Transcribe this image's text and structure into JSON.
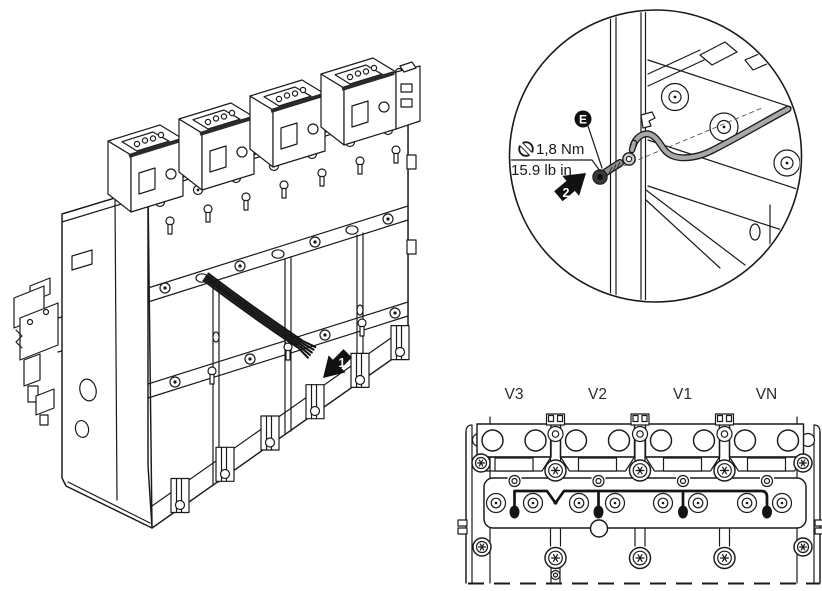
{
  "illustration": {
    "colors": {
      "line": "#1a1a1a",
      "background": "#ffffff",
      "wire_gray": "#a8a8a8",
      "cable_black": "#141414",
      "marker_background": "#111111",
      "marker_text": "#ffffff"
    }
  },
  "main_view": {
    "step_marker": "1",
    "step_arrow_icon": "arrow-down-left-icon"
  },
  "detail_callout": {
    "part_label": "E",
    "step_marker": "2",
    "step_arrow_icon": "arrow-up-right-icon",
    "torque_icon": "screw-torque-icon",
    "torque_metric": "1,8 Nm",
    "torque_imperial": "15.9 lb in"
  },
  "terminal_view": {
    "pole_labels": [
      "V3",
      "V2",
      "V1",
      "VN"
    ]
  }
}
